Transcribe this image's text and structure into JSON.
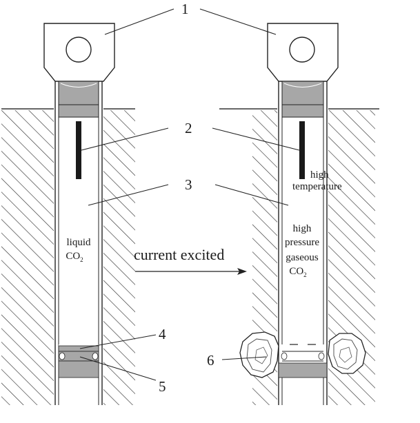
{
  "diagram": {
    "callouts": {
      "n1": "1",
      "n2": "2",
      "n3": "3",
      "n4": "4",
      "n5": "5",
      "n6": "6"
    },
    "left_tube": {
      "line1": "liquid",
      "co2_main": "CO",
      "co2_sub": "2"
    },
    "arrow_label": "current excited",
    "right_tube": {
      "temp_line1": "high",
      "temp_line2": "temperature",
      "gas_line1": "high",
      "gas_line2": "pressure",
      "gas_line3": "gaseous",
      "co2_main": "CO",
      "co2_sub": "2"
    }
  }
}
